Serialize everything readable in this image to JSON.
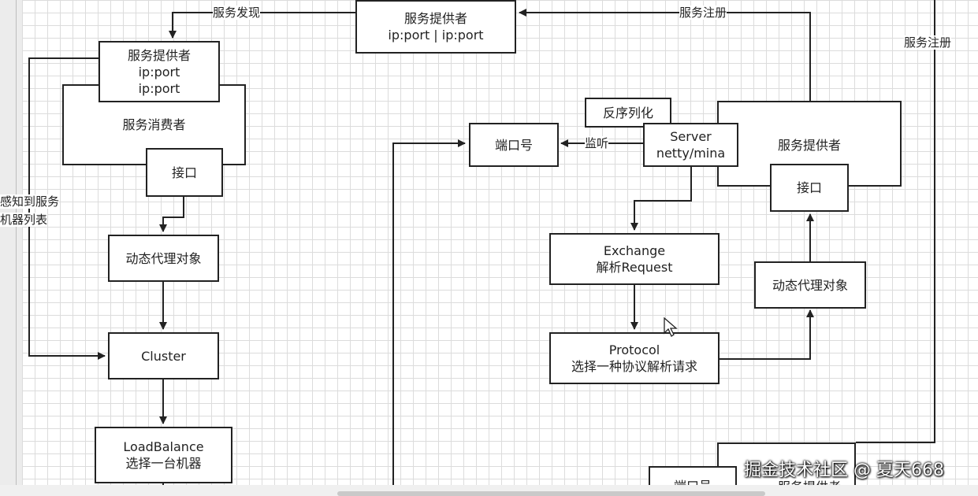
{
  "top_provider": {
    "line1": "服务提供者",
    "line2": "ip:port | ip:port"
  },
  "consumer_group": {
    "provider_box": {
      "line1": "服务提供者",
      "line2": "ip:port",
      "line3": "ip:port"
    },
    "label": "服务消费者",
    "interface": "接口"
  },
  "client_flow": {
    "dynamic_proxy": "动态代理对象",
    "cluster": "Cluster",
    "loadbalance": {
      "line1": "LoadBalance",
      "line2": "选择一台机器"
    }
  },
  "server_side": {
    "deserialize": "反序列化",
    "port": "端口号",
    "server": {
      "line1": "Server",
      "line2": "netty/mina"
    },
    "exchange": {
      "line1": "Exchange",
      "line2": "解析Request"
    },
    "protocol": {
      "line1": "Protocol",
      "line2": "选择一种协议解析请求"
    },
    "provider_label": "服务提供者",
    "interface": "接口",
    "dynamic_proxy": "动态代理对象"
  },
  "bottom_partial": {
    "port": "端口号",
    "provider": "服务提供者"
  },
  "edge_labels": {
    "discovery": "服务发现",
    "register_top": "服务注册",
    "register_right": "服务注册",
    "listen": "监听",
    "perceive_line1": "感知到服务",
    "perceive_line2": "机器列表"
  },
  "watermark": "掘金技术社区 @ 夏天668",
  "colors": {
    "stroke": "#222222",
    "grid": "#dcdcdc",
    "background": "#ffffff"
  }
}
